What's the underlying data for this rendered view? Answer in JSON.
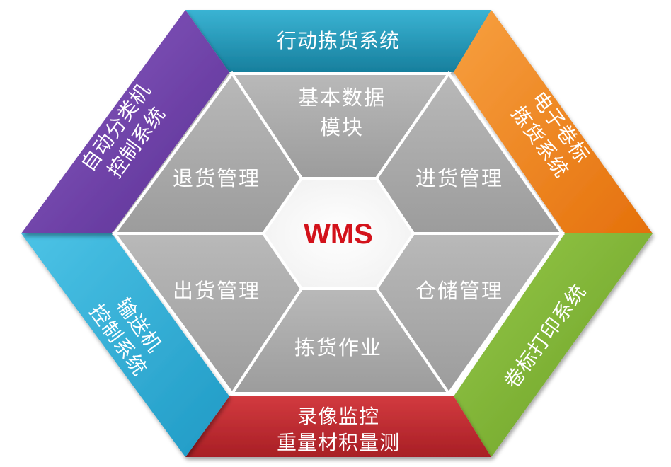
{
  "center": {
    "label": "WMS"
  },
  "inner_modules": {
    "top": [
      "基本数据",
      "模块"
    ],
    "upper_right": "进货管理",
    "lower_right": "仓储管理",
    "bottom": "拣货作业",
    "lower_left": "出货管理",
    "upper_left": "退货管理"
  },
  "outer_systems": {
    "top": "行动拣货系统",
    "upper_right": [
      "电子卷标",
      "拣货系统"
    ],
    "lower_right": "卷标打印系统",
    "bottom": [
      "录像监控",
      "重量材积量测"
    ],
    "lower_left": [
      "输送机",
      "控制系统"
    ],
    "upper_left": [
      "自动分类机",
      "控制系统"
    ]
  },
  "colors": {
    "inner_fill": "#a8a8a8",
    "center_fill": "#ffffff",
    "center_text": "#d3121b",
    "top": "#1e95b6",
    "upper_right": "#f07d14",
    "lower_right": "#7ab030",
    "bottom": "#c0272d",
    "lower_left": "#28afd8",
    "upper_left": "#6a3aa5"
  }
}
